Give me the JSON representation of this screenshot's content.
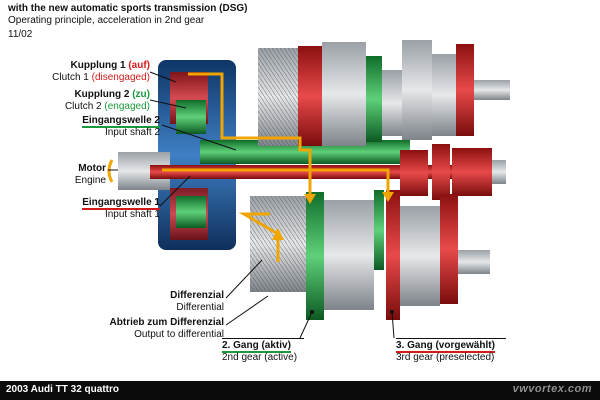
{
  "header": {
    "title": "with the new automatic sports transmission (DSG)",
    "subtitle": "Operating principle, acceleration in 2nd gear",
    "page_code": "11/02"
  },
  "labels": {
    "clutch1": {
      "german_main": "Kupplung 1",
      "german_state": "(auf)",
      "english_main": "Clutch 1",
      "english_state": "(disengaged)"
    },
    "clutch2": {
      "german_main": "Kupplung 2",
      "german_state": "(zu)",
      "english_main": "Clutch 2",
      "english_state": "(engaged)"
    },
    "input_shaft2": {
      "german": "Eingangswelle 2",
      "english": "Input shaft 2"
    },
    "engine": {
      "german": "Motor",
      "english": "Engine"
    },
    "input_shaft1": {
      "german": "Eingangswelle 1",
      "english": "Input shaft 1"
    },
    "differential": {
      "german": "Differenzial",
      "english": "Differential"
    },
    "output": {
      "german": "Abtrieb zum Differenzial",
      "english": "Output to differential"
    },
    "gear2": {
      "german": "2. Gang (aktiv)",
      "english": "2nd gear (active)"
    },
    "gear3": {
      "german": "3. Gang (vorgewählt)",
      "english": "3rd gear (preselected)"
    }
  },
  "colors": {
    "active_red": "#d21b1b",
    "active_green": "#1a9a3c",
    "power_flow": "#f0a500",
    "housing_blue": "#1d4f8a"
  },
  "footer": {
    "caption": "2003 Audi TT 32 quattro",
    "watermark": "vwvortex.com"
  }
}
